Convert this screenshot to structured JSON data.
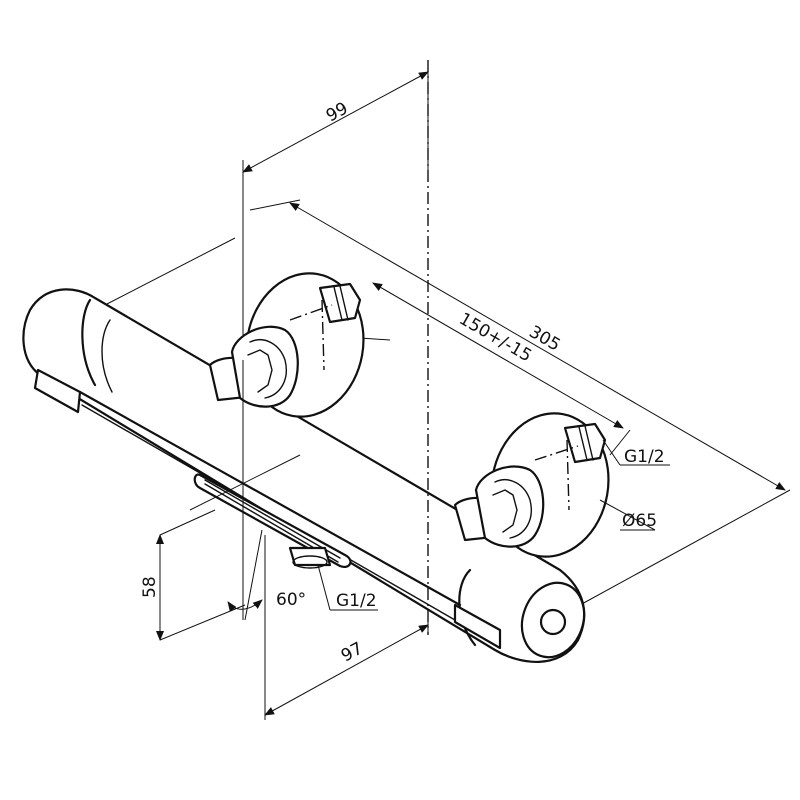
{
  "dimensions": {
    "depth_99": "99",
    "length_305": "305",
    "centers": "150+/-15",
    "thread_inlet": "G1/2",
    "rosette_diameter": "Ø65",
    "height_58": "58",
    "angle": "60°",
    "thread_outlet": "G1/2",
    "offset_97": "97"
  }
}
